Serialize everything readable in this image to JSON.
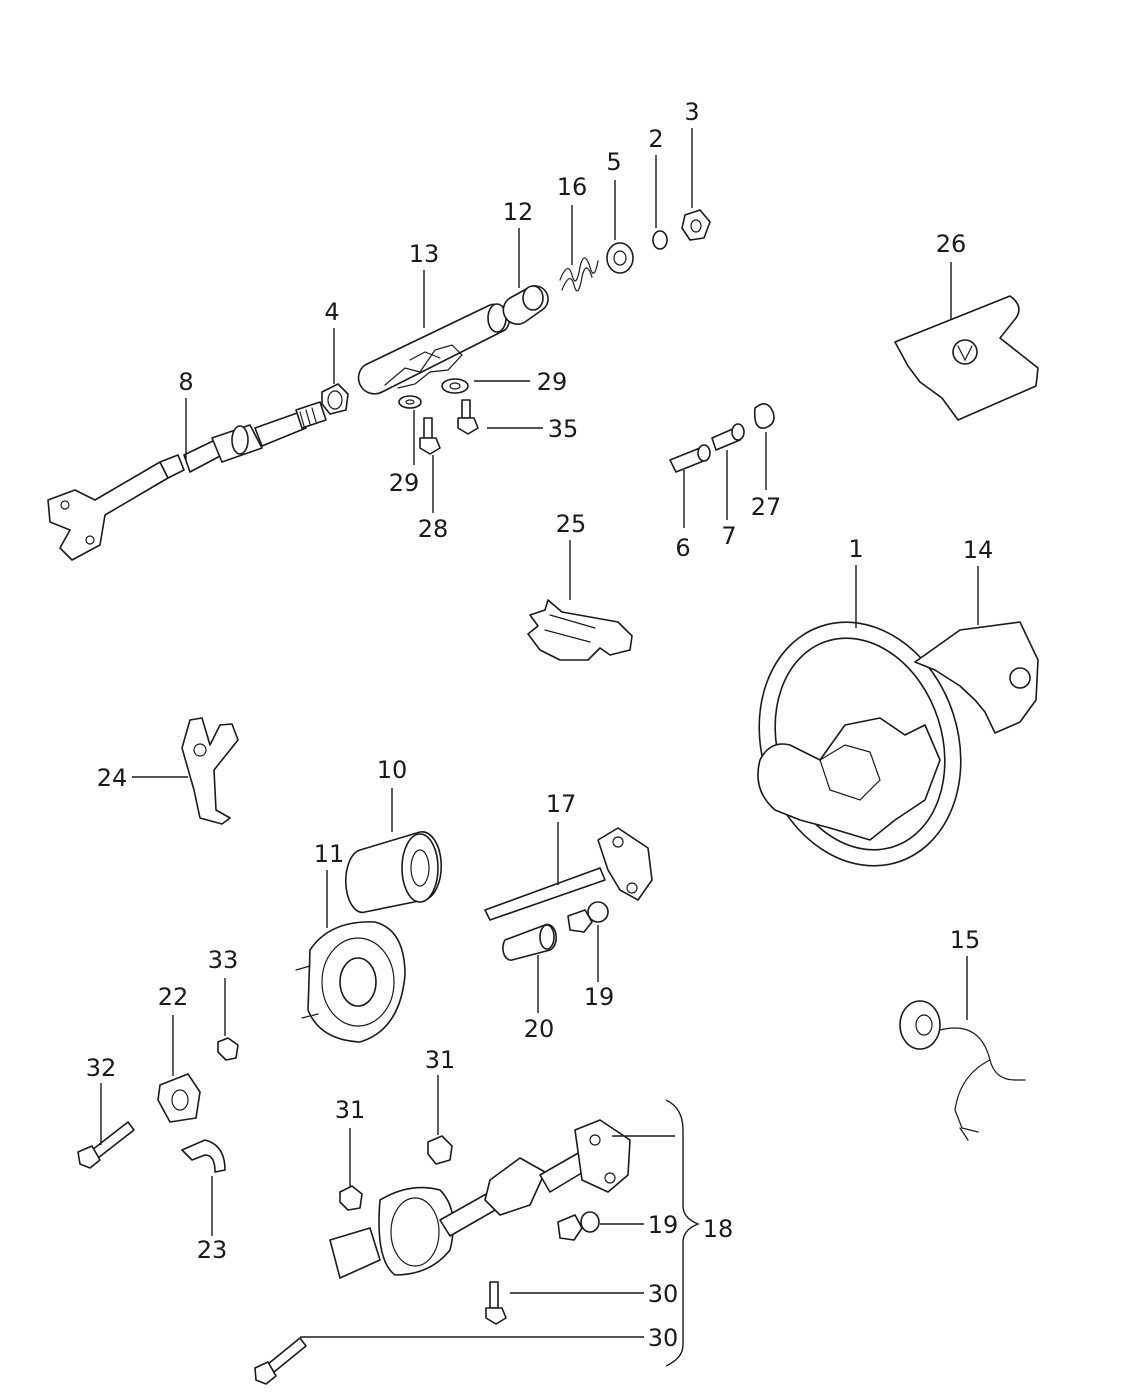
{
  "callouts": {
    "c1": "1",
    "c2": "2",
    "c3": "3",
    "c4": "4",
    "c5": "5",
    "c6": "6",
    "c7": "7",
    "c8": "8",
    "c10": "10",
    "c11": "11",
    "c12": "12",
    "c13": "13",
    "c14": "14",
    "c15": "15",
    "c16": "16",
    "c17": "17",
    "c18": "18",
    "c19a": "19",
    "c19b": "19",
    "c20": "20",
    "c22": "22",
    "c23": "23",
    "c24": "24",
    "c25": "25",
    "c26": "26",
    "c27": "27",
    "c28": "28",
    "c29a": "29",
    "c29b": "29",
    "c30a": "30",
    "c30b": "30",
    "c31a": "31",
    "c31b": "31",
    "c32": "32",
    "c33": "33",
    "c35": "35"
  },
  "colors": {
    "line": "#1a1a1a",
    "background": "#ffffff"
  }
}
